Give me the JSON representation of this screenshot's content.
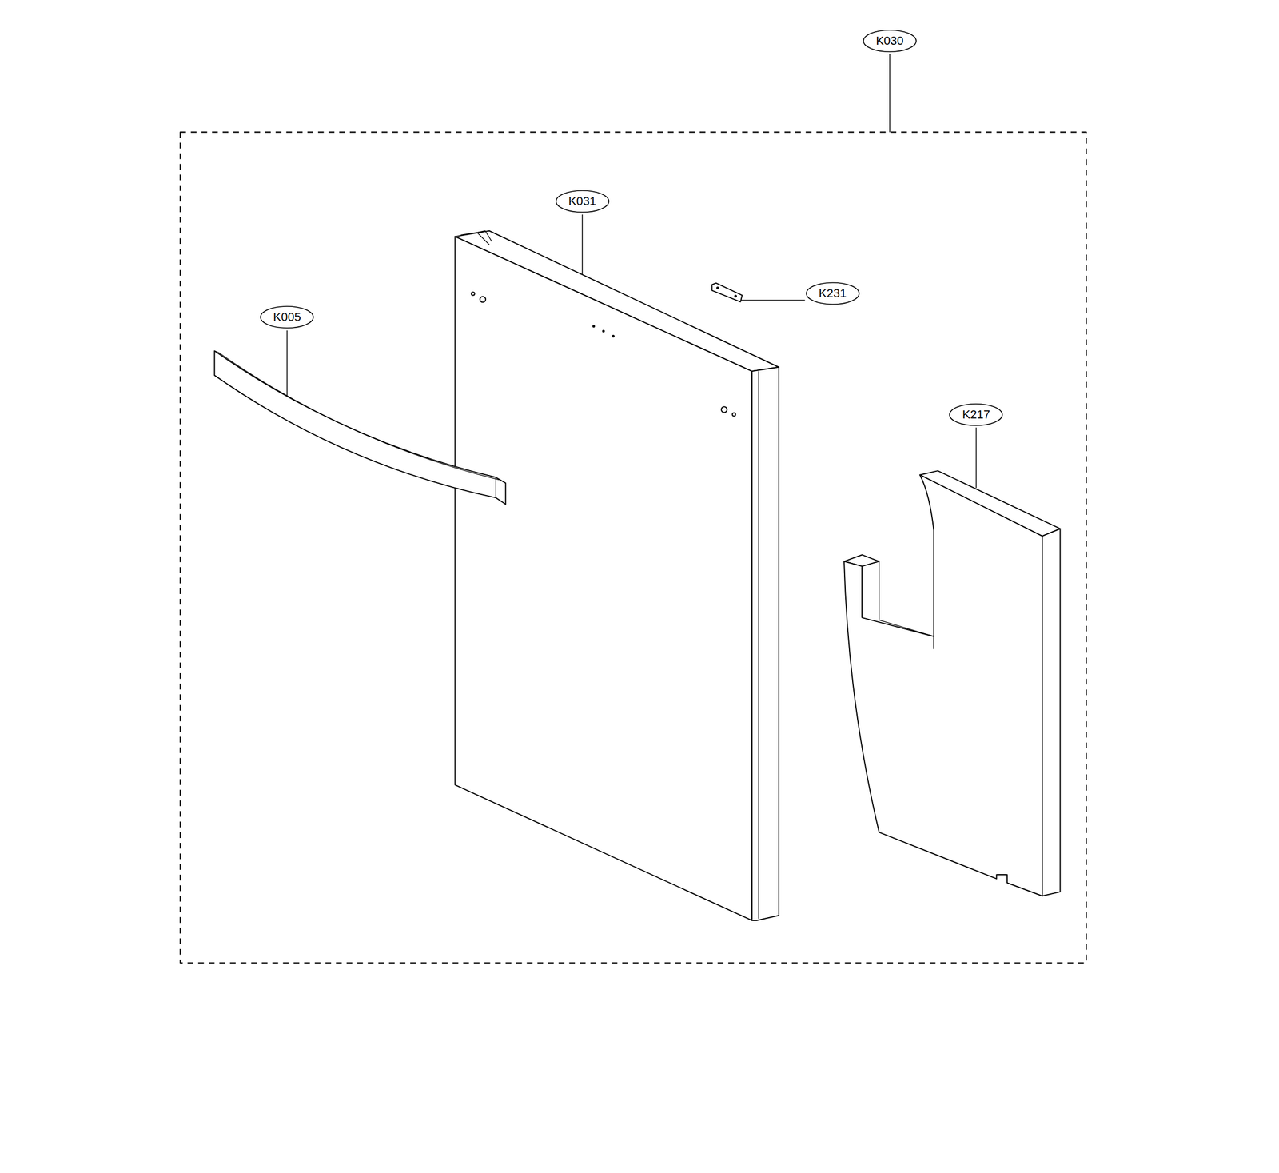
{
  "diagram": {
    "nodes": [
      {
        "text": [
          "K030"
        ]
      },
      {
        "text": [
          "K031"
        ]
      },
      {
        "text": [
          "K231"
        ]
      },
      {
        "text": [
          "K005"
        ]
      },
      {
        "text": [
          "K217"
        ]
      }
    ]
  }
}
